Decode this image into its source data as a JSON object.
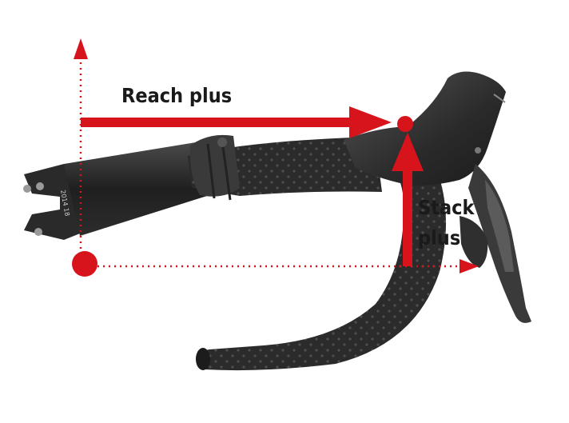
{
  "labels": {
    "reach": "Reach plus",
    "stack_line1": "Stack",
    "stack_line2": "plus"
  },
  "stem_text": "2014 18",
  "colors": {
    "accent_red": "#d7141c",
    "bar_tape": "#2b2b2b",
    "lever": "#3a3a3a",
    "text": "#1a1a1a",
    "background": "#ffffff"
  }
}
